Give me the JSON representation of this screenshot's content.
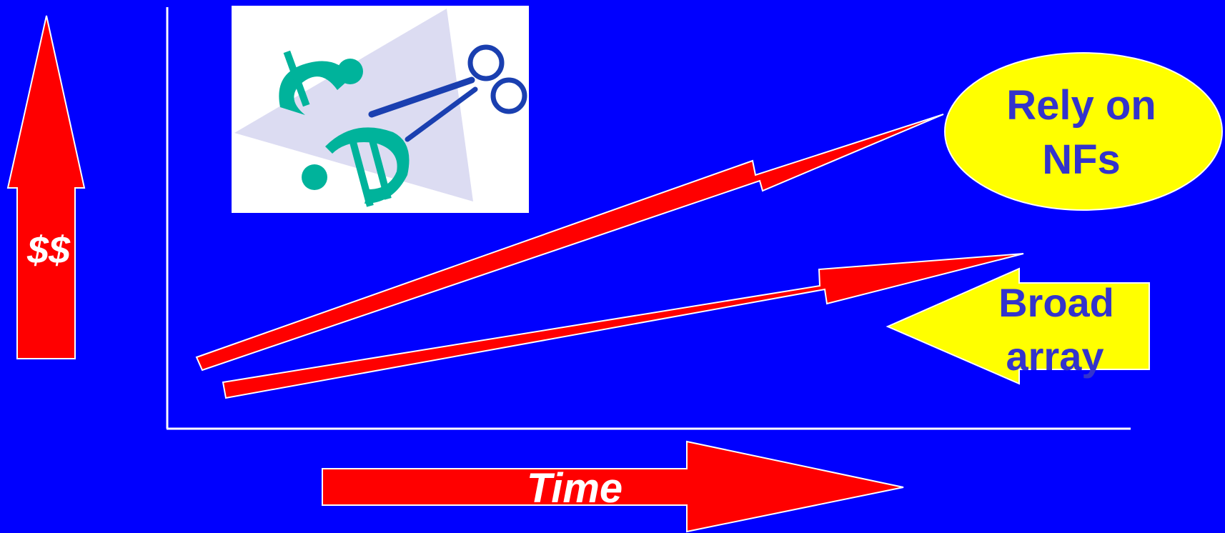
{
  "labels": {
    "money": "$$",
    "time": "Time",
    "ellipse_line1": "Rely on",
    "ellipse_line2": "NFs",
    "callout_line1": "Broad",
    "callout_line2": "array"
  },
  "colors": {
    "background": "#0000ff",
    "arrow_fill": "#ff0000",
    "arrow_stroke": "#ffffff",
    "axis": "#ffffff",
    "ellipse_fill": "#ffff00",
    "callout_fill": "#ffff00",
    "callout_text": "#3333cc",
    "clipart_panel": "#ffffff",
    "clipart_money": "#00b39b",
    "clipart_scissors": "#1a3fb0",
    "clipart_triangle": "#dcdcf2"
  },
  "icons": {
    "clipart": "scissors-cutting-dollar-icon"
  }
}
